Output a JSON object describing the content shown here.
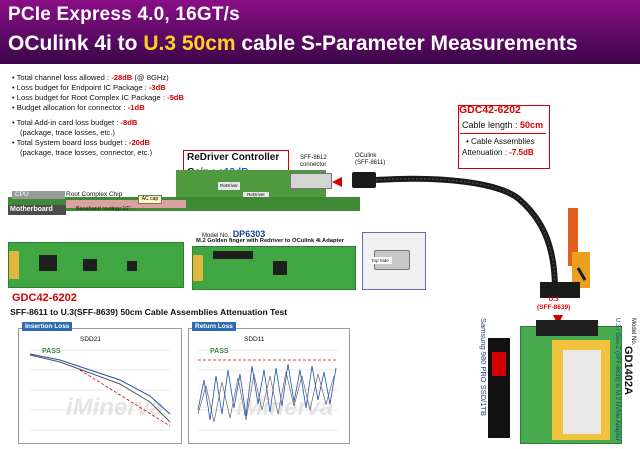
{
  "banner": {
    "line1": "PCIe Express 4.0, 16GT/s",
    "line2_a": "OCulink 4i to ",
    "line2_u3": "U.3",
    "line2_b": " ",
    "line2_len": "50cm",
    "line2_c": " cable S-Parameter Measurements"
  },
  "bullets": {
    "b1_text": "• Total channel loss allowed : ",
    "b1_val": "-28dB",
    "b1_tail": " (@ 8GHz)",
    "b2_text": "• Loss budget for Endpoint IC Package : ",
    "b2_val": "-3dB",
    "b3_text": "• Loss budget for Root Complex IC Package : ",
    "b3_val": "-5dB",
    "b4_text": "• Budget allocation for connector : ",
    "b4_val": "-1dB",
    "b5_text": "• Total Add-in card loss budget : ",
    "b5_val": "-8dB",
    "b5_sub": "(package, trace losses, etc.)",
    "b6_text": "• Total System board loss budget : ",
    "b6_val": "-20dB",
    "b6_sub": "(package, trace losses, connector, etc.)"
  },
  "gdc": {
    "title": "GDC42-6202",
    "len_label": "Cable length : ",
    "len_val": "50cm",
    "b1": "• Cable Assemblies",
    "b2_label": "Attenuation : ",
    "b2_val": "-7.5dB"
  },
  "redriver": {
    "title": "ReDriver Controller",
    "gain_label": "Gain : ",
    "gain_val": "+13dB"
  },
  "diagram": {
    "sff8612": "SFF-8612",
    "connector": "connector",
    "oculink": "OCulink",
    "sff8611": "(SFF-8611)",
    "cpu": "CPU",
    "root_complex": "Root Complex Chip",
    "motherboard": "Motherboard",
    "baseband": "Baseband routing<10\"",
    "accap": "AC cap",
    "redriver_chip": "ReDriver",
    "redriver_chip2": "ReDriver"
  },
  "product": {
    "model_label": "Model No.: ",
    "model": "DP6303",
    "m2_label": "M.2 Golden finger with Redriver to OCulink 4i Adapter",
    "top_side": "Top Side"
  },
  "test": {
    "gdc": "GDC42-6202",
    "desc": "SFF-8611 to U.3(SFF-8639) 50cm Cable Assemblies Attenuation Test",
    "il_tag": "Insertion Loss",
    "il_title": "SDD21",
    "rl_tag": "Return Loss",
    "rl_title": "SDD11",
    "pass1": "PASS",
    "pass2": "PASS",
    "wm1": "iMinerva",
    "wm2": "iMinerva"
  },
  "u3": {
    "label": "U.3",
    "sff": "(SFF-8639)"
  },
  "adapter": {
    "model_label": "Model No.",
    "model": "GD1402A",
    "desc1": "U.3 / Gen-Z (SFF-8639) to M.2 NVMe Adapter",
    "ssd": "Samsung 980 PRO SSD/1TB"
  },
  "colors": {
    "banner": "#6a0b72",
    "accent_red": "#d40000",
    "pcb_green": "#3fa642",
    "title_yellow": "#ffd21e"
  }
}
